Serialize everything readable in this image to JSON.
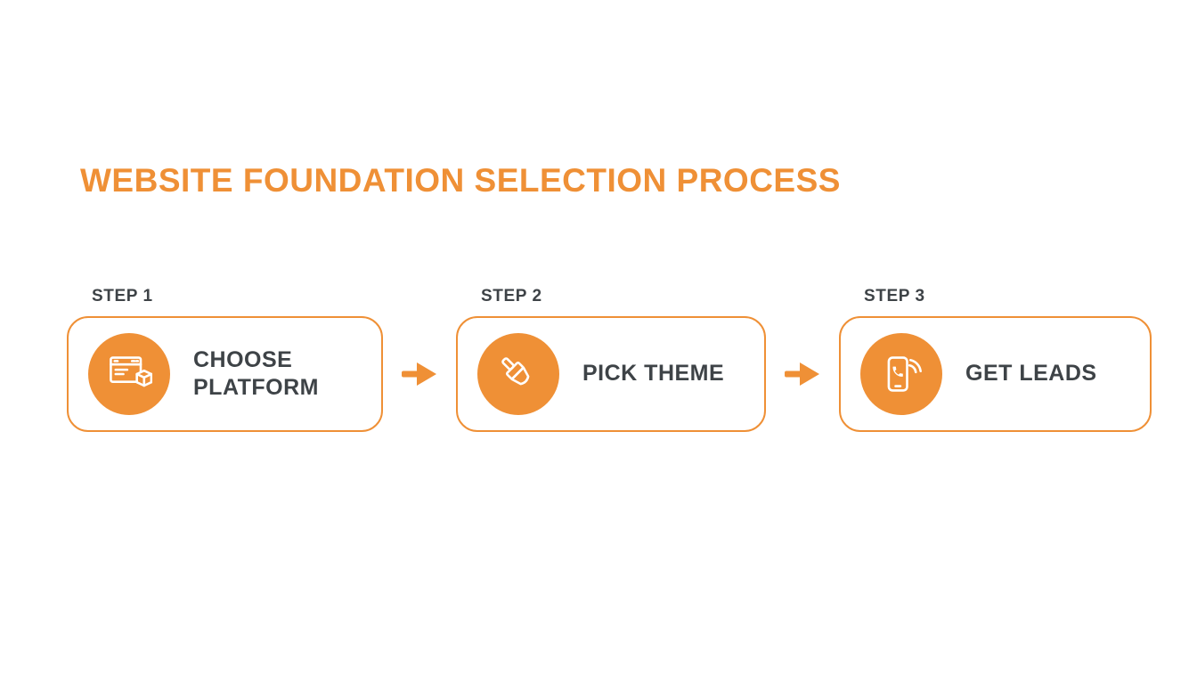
{
  "title": "WEBSITE FOUNDATION SELECTION PROCESS",
  "colors": {
    "accent": "#EF9036",
    "text_dark": "#3E4347",
    "background": "#FFFFFF"
  },
  "steps": [
    {
      "label": "STEP 1",
      "title": "CHOOSE PLATFORM",
      "icon": "browser-platform-icon"
    },
    {
      "label": "STEP 2",
      "title": "PICK THEME",
      "icon": "paintbrush-icon"
    },
    {
      "label": "STEP 3",
      "title": "GET LEADS",
      "icon": "phone-leads-icon"
    }
  ],
  "connector": {
    "icon": "right-arrow-icon"
  }
}
